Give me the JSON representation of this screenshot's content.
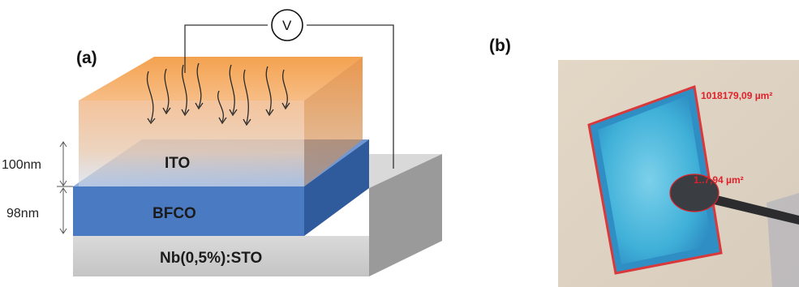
{
  "panels": {
    "a": {
      "label": "(a)"
    },
    "b": {
      "label": "(b)"
    }
  },
  "layers": {
    "ito": "ITO",
    "bfco": "BFCO",
    "substrate": "Nb(0,5%):STO"
  },
  "thickness": {
    "ito": "100nm",
    "bfco": "98nm"
  },
  "voltmeter": {
    "label": "V"
  },
  "micrograph": {
    "area_large": "1018179,09 µm²",
    "area_small": "1..7,94 µm²"
  },
  "colors": {
    "ito_top": "#f0a861",
    "bfco_front": "#4a7bc2",
    "substrate_front": "#cfcfcf",
    "annotation_red": "#e0202a"
  }
}
